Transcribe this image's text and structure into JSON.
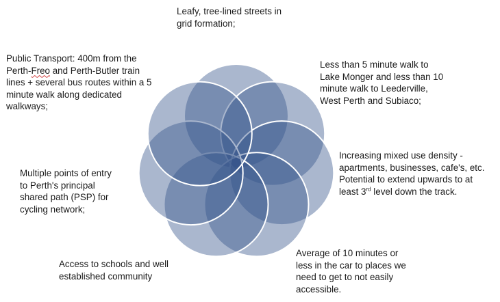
{
  "diagram": {
    "petal_count": 7,
    "colors": {
      "petal_fill": "#34548a",
      "petal_fill_top": "#8fa1c0",
      "petal_stroke": "#ffffff",
      "text": "#1a1a1a",
      "spellcheck_underline": "#d23c3c"
    },
    "labels": {
      "top": {
        "lines": [
          "Leafy, tree-lined streets in",
          "grid formation;"
        ]
      },
      "top_left": {
        "l1": "Public Transport: 400m from the",
        "l2_pre": "Perth-",
        "l2_squiggle": "Freo",
        "l2_post": " and Perth-Butler train",
        "l3": "lines + several bus routes within a 5",
        "l4": "minute walk along dedicated",
        "l5": "walkways;"
      },
      "top_right": {
        "lines": [
          "Less than 5 minute walk to",
          "Lake Monger and less than 10",
          "minute walk to Leederville,",
          "West Perth and Subiaco;"
        ]
      },
      "right": {
        "l1": "Increasing mixed use density -",
        "l2": "apartments, businesses, cafe's, etc.",
        "l3": "Potential to extend upwards to at",
        "l4_pre": "least 3",
        "l4_sup": "rd",
        "l4_post": " level down the track."
      },
      "left": {
        "lines": [
          "Multiple points of entry",
          "to Perth's principal",
          "shared path (PSP) for",
          "cycling network;"
        ]
      },
      "bottom_right": {
        "lines": [
          "Average of 10 minutes or",
          "less in the car to places we",
          "need to get to not easily",
          "accessible."
        ]
      },
      "bottom_left": {
        "lines": [
          "Access to schools and well",
          "established community"
        ]
      }
    }
  }
}
